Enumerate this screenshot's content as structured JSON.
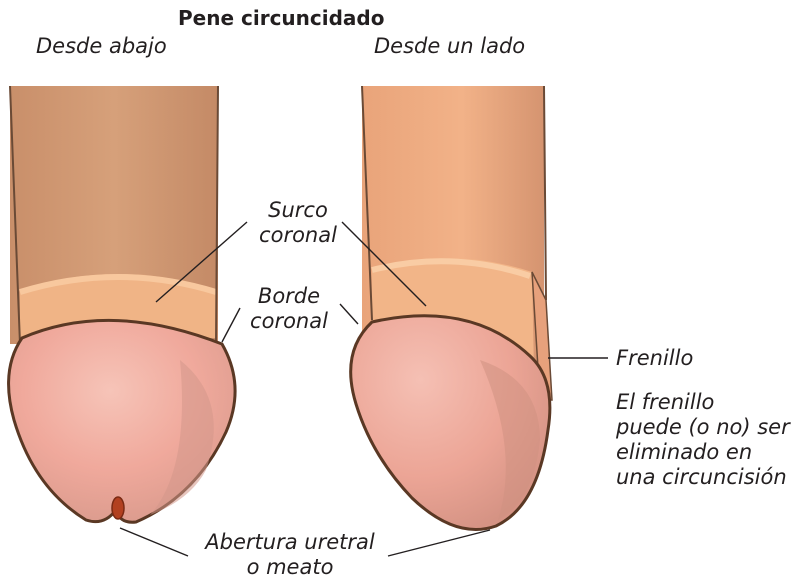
{
  "title": "Pene circuncidado",
  "views": {
    "bottom": "Desde abajo",
    "side": "Desde un lado"
  },
  "labels": {
    "coronal_sulcus": [
      "Surco",
      "coronal"
    ],
    "coronal_ridge": [
      "Borde",
      "coronal"
    ],
    "frenulum": "Frenillo",
    "frenulum_note": [
      "El frenillo",
      "puede (o no) ser",
      "eliminado en",
      "una circuncisión"
    ],
    "urethral_opening": [
      "Abertura uretral",
      "o meato"
    ]
  },
  "colors": {
    "shaft_front": "#d49e78",
    "shaft_side": "#efad80",
    "glans": "#f3b5ac",
    "outline": "#5a3824",
    "meatus": "#b24020"
  }
}
